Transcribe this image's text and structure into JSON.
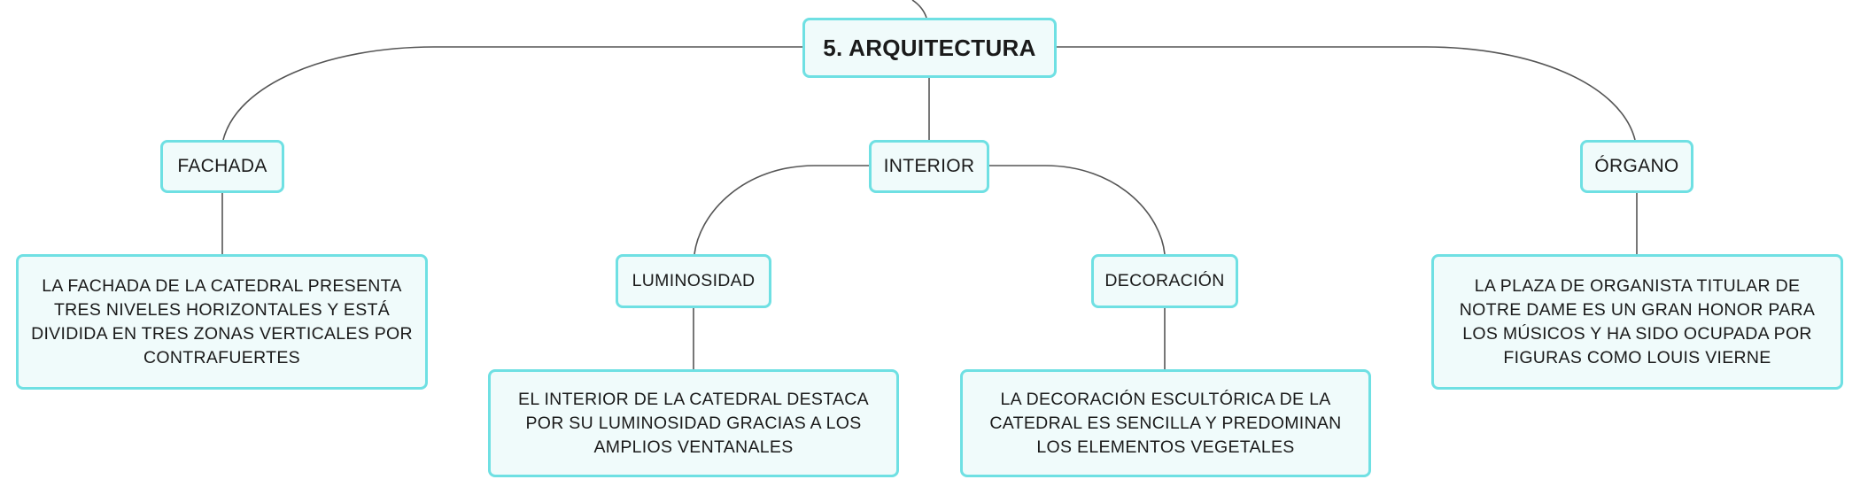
{
  "colors": {
    "border": "#6fe0e3",
    "fill": "#f0fbfb",
    "line": "#555555"
  },
  "root": {
    "title": "5. ARQUITECTURA"
  },
  "fachada": {
    "label": "FACHADA",
    "text": "LA FACHADA DE LA CATEDRAL PRESENTA TRES NIVELES HORIZONTALES Y ESTÁ DIVIDIDA EN TRES ZONAS VERTICALES POR CONTRAFUERTES"
  },
  "interior": {
    "label": "INTERIOR",
    "luminosidad": {
      "label": "LUMINOSIDAD",
      "text": "EL INTERIOR DE LA CATEDRAL DESTACA POR SU LUMINOSIDAD GRACIAS A LOS AMPLIOS VENTANALES"
    },
    "decoracion": {
      "label": "DECORACIÓN",
      "text": "LA DECORACIÓN ESCULTÓRICA DE LA CATEDRAL ES SENCILLA Y PREDOMINAN LOS ELEMENTOS VEGETALES"
    }
  },
  "organo": {
    "label": "ÓRGANO",
    "text": "LA PLAZA DE ORGANISTA TITULAR DE NOTRE DAME ES UN GRAN HONOR PARA LOS MÚSICOS Y HA SIDO OCUPADA POR FIGURAS COMO LOUIS VIERNE"
  }
}
